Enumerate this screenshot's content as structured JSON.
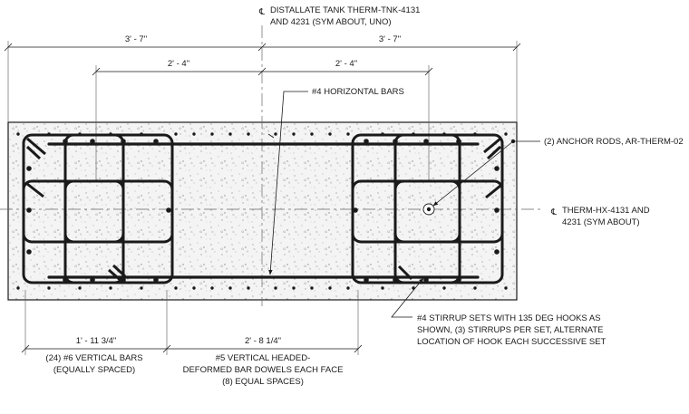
{
  "labels": {
    "tank_centerline": {
      "symbol": "℄",
      "line1": "DISTALLATE TANK THERM-TNK-4131",
      "line2": "AND 4231 (SYM ABOUT, UNO)"
    },
    "hx_centerline": {
      "symbol": "℄",
      "line1": "THERM-HX-4131 AND",
      "line2": "4231 (SYM ABOUT)"
    },
    "horizontal_bars": "#4 HORIZONTAL BARS",
    "anchor_rods": "(2) ANCHOR RODS, AR-THERM-02",
    "stirrups": {
      "line1": "#4 STIRRUP SETS WITH 135 DEG HOOKS AS",
      "line2": "SHOWN, (3) STIRRUPS PER SET, ALTERNATE",
      "line3": "LOCATION OF HOOK EACH SUCCESSIVE SET"
    },
    "vertical_bars": {
      "line1": "(24) #6 VERTICAL BARS",
      "line2": "(EQUALLY SPACED)"
    },
    "dowels": {
      "line1": "#5 VERTICAL HEADED-",
      "line2": "DEFORMED BAR DOWELS EACH FACE",
      "line3": "(8) EQUAL SPACES)"
    }
  },
  "dimensions": {
    "top_left": "3' - 7\"",
    "top_right": "3' - 7\"",
    "inner_left": "2' - 4\"",
    "inner_right": "2' - 4\"",
    "bottom_left": "1' - 11 3/4\"",
    "bottom_middle": "2' - 8 1/4\""
  }
}
